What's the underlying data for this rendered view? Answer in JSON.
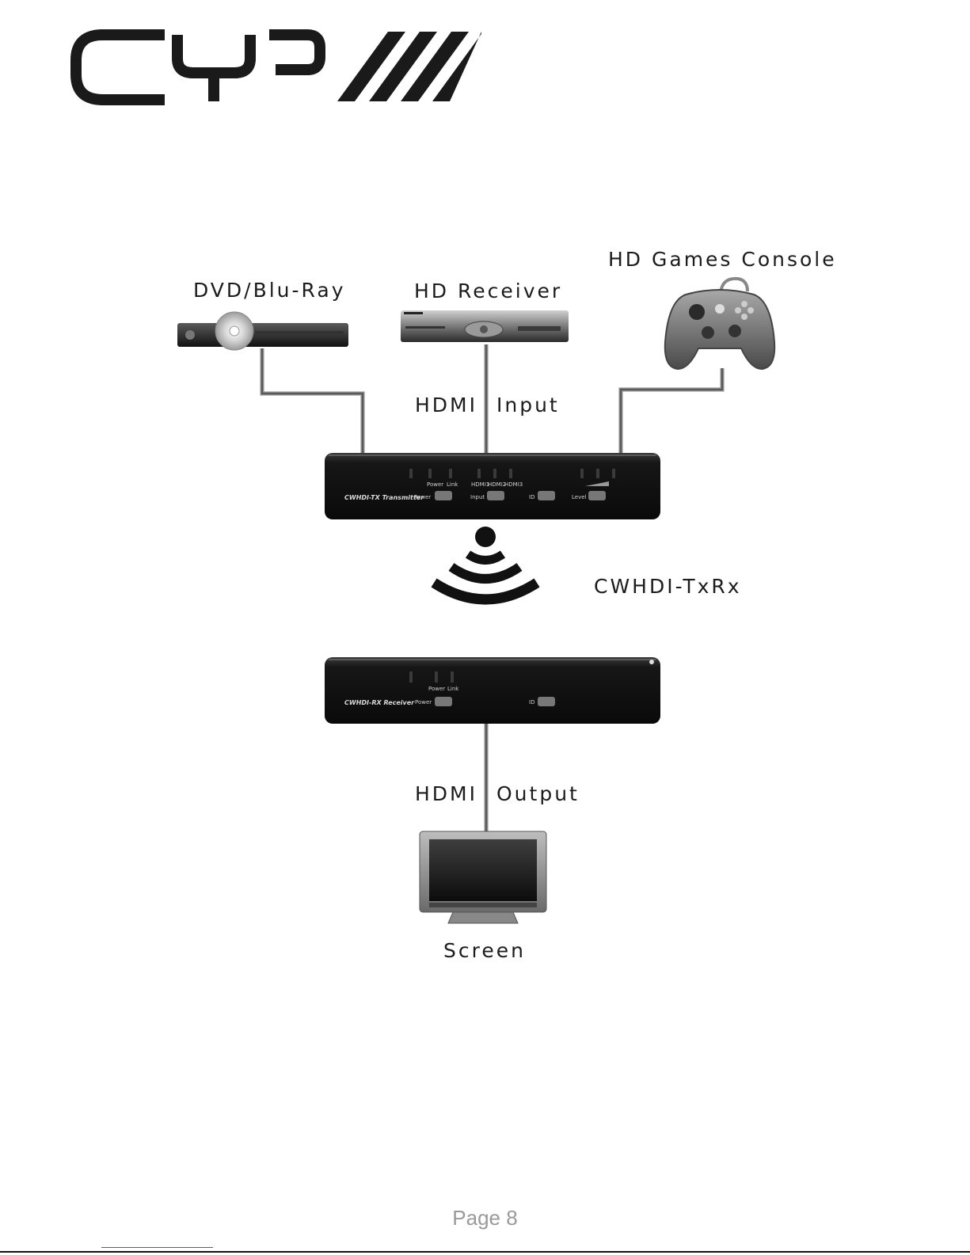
{
  "diagram": {
    "sources": {
      "dvd": "DVD/Blu-Ray",
      "receiver": "HD Receiver",
      "console": "HD Games Console"
    },
    "hdmi_input": [
      "HDMI",
      "Input"
    ],
    "hdmi_output": [
      "HDMI",
      "Output"
    ],
    "wireless_label": "CWHDI-TxRx",
    "screen": "Screen",
    "transmitter": {
      "brand": "CWHDI-TX Transmitter",
      "led_labels": [
        "Power",
        "Link",
        "HDMI1",
        "HDMI2",
        "HDMI3"
      ],
      "button_labels": [
        "Power",
        "Input",
        "ID",
        "Level"
      ]
    },
    "receiver_unit": {
      "brand": "CWHDI-RX Receiver",
      "led_labels": [
        "Power",
        "Link"
      ],
      "button_labels": [
        "Power",
        "ID"
      ]
    }
  },
  "footer": {
    "page": "Page 8"
  },
  "colors": {
    "device": "#151515",
    "cable": "#6b6b6b",
    "text": "#1c1c1c",
    "page_number": "#9a9a9a"
  }
}
